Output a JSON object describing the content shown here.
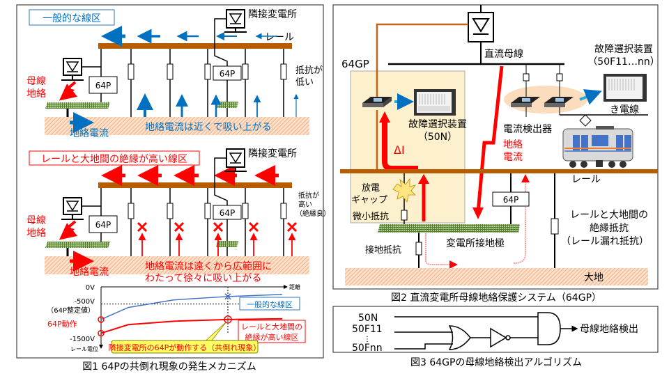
{
  "fig1": {
    "caption": "図1  64Pの共倒れ現象の発生メカニズム",
    "top": {
      "label": "一般的な線区",
      "neighbor_substation": "隣接変電所",
      "rail": "レール",
      "relay": "64P",
      "fault": [
        "母線",
        "地絡"
      ],
      "resistance_note": [
        "抵抗が",
        "低い"
      ],
      "ground_current": "地絡電流",
      "ground_note": "地絡電流は近くで吸い上がる"
    },
    "bottom": {
      "label": "レールと大地間の絶縁が高い線区",
      "neighbor_substation": "隣接変電所",
      "relay": "64P",
      "fault": [
        "母線",
        "地絡"
      ],
      "resistance_note": [
        "抵抗が",
        "高い",
        "（絶縁良）"
      ],
      "ground_current": "地絡電流",
      "ground_note": [
        "地絡電流は遠くから広範囲に",
        "わたって徐々に吸い上がる"
      ]
    },
    "colors": {
      "blue": "#0070c0",
      "red": "#ff0000",
      "rail": "#b85c00",
      "earth": "#f4b183"
    }
  },
  "chart_data": {
    "type": "line",
    "title": "",
    "xlabel": "距離",
    "ylabel": "レール電位",
    "y_ticks": [
      "0V",
      "-500V",
      "-1500V"
    ],
    "y_tick_note": "（64P整定値）",
    "ylim": [
      -1500,
      0
    ],
    "threshold": {
      "value": -500,
      "label": "-500V（64P整定値）"
    },
    "series": [
      {
        "name": "一般的な線区",
        "color": "#4472c4",
        "points": [
          [
            0,
            -950
          ],
          [
            0.15,
            -600
          ],
          [
            0.4,
            -380
          ],
          [
            0.7,
            -280
          ],
          [
            1.0,
            -220
          ]
        ],
        "marker_at": 0.7
      },
      {
        "name": "レールと大地間の絶縁が高い線区",
        "color": "#ff0000",
        "points": [
          [
            0,
            -1350
          ],
          [
            0.15,
            -1100
          ],
          [
            0.4,
            -1000
          ],
          [
            0.7,
            -950
          ],
          [
            1.0,
            -930
          ]
        ],
        "marker_at": 0.7
      }
    ],
    "annotations": {
      "trip_label": "64P動作",
      "callout": "隣接変電所の64Pが動作する（共倒れ現象）"
    }
  },
  "fig2": {
    "caption": "図2  直流変電所母線地絡保護システム（64GP）",
    "label_64gp": "64GP",
    "dc_bus": "直流母線",
    "fault_selector_50n": [
      "故障選択装置",
      "（50N）"
    ],
    "fault_selector_50f": [
      "故障選択装置",
      "（50F11…nn）"
    ],
    "delta_i": "ΔI",
    "feeder": "き電線",
    "current_detector": "電流検出器",
    "ground_current": [
      "地絡",
      "電流"
    ],
    "rail": "レール",
    "discharge_gap": [
      "放電",
      "ギャップ"
    ],
    "small_resistance": "微小抵抗",
    "ground_resistance": "接地抵抗",
    "ground_electrode": "変電所接地極",
    "relay": "64P",
    "rail_insulation": [
      "レールと大地間の",
      "絶縁抵抗",
      "（レール漏れ抵抗）"
    ],
    "earth": "大地"
  },
  "fig3": {
    "caption": "図3  64GPの母線地絡検出アルゴリズム",
    "inputs": [
      "50N",
      "50F11",
      "⋮",
      "50Fnn"
    ],
    "output": "母線地絡検出"
  }
}
